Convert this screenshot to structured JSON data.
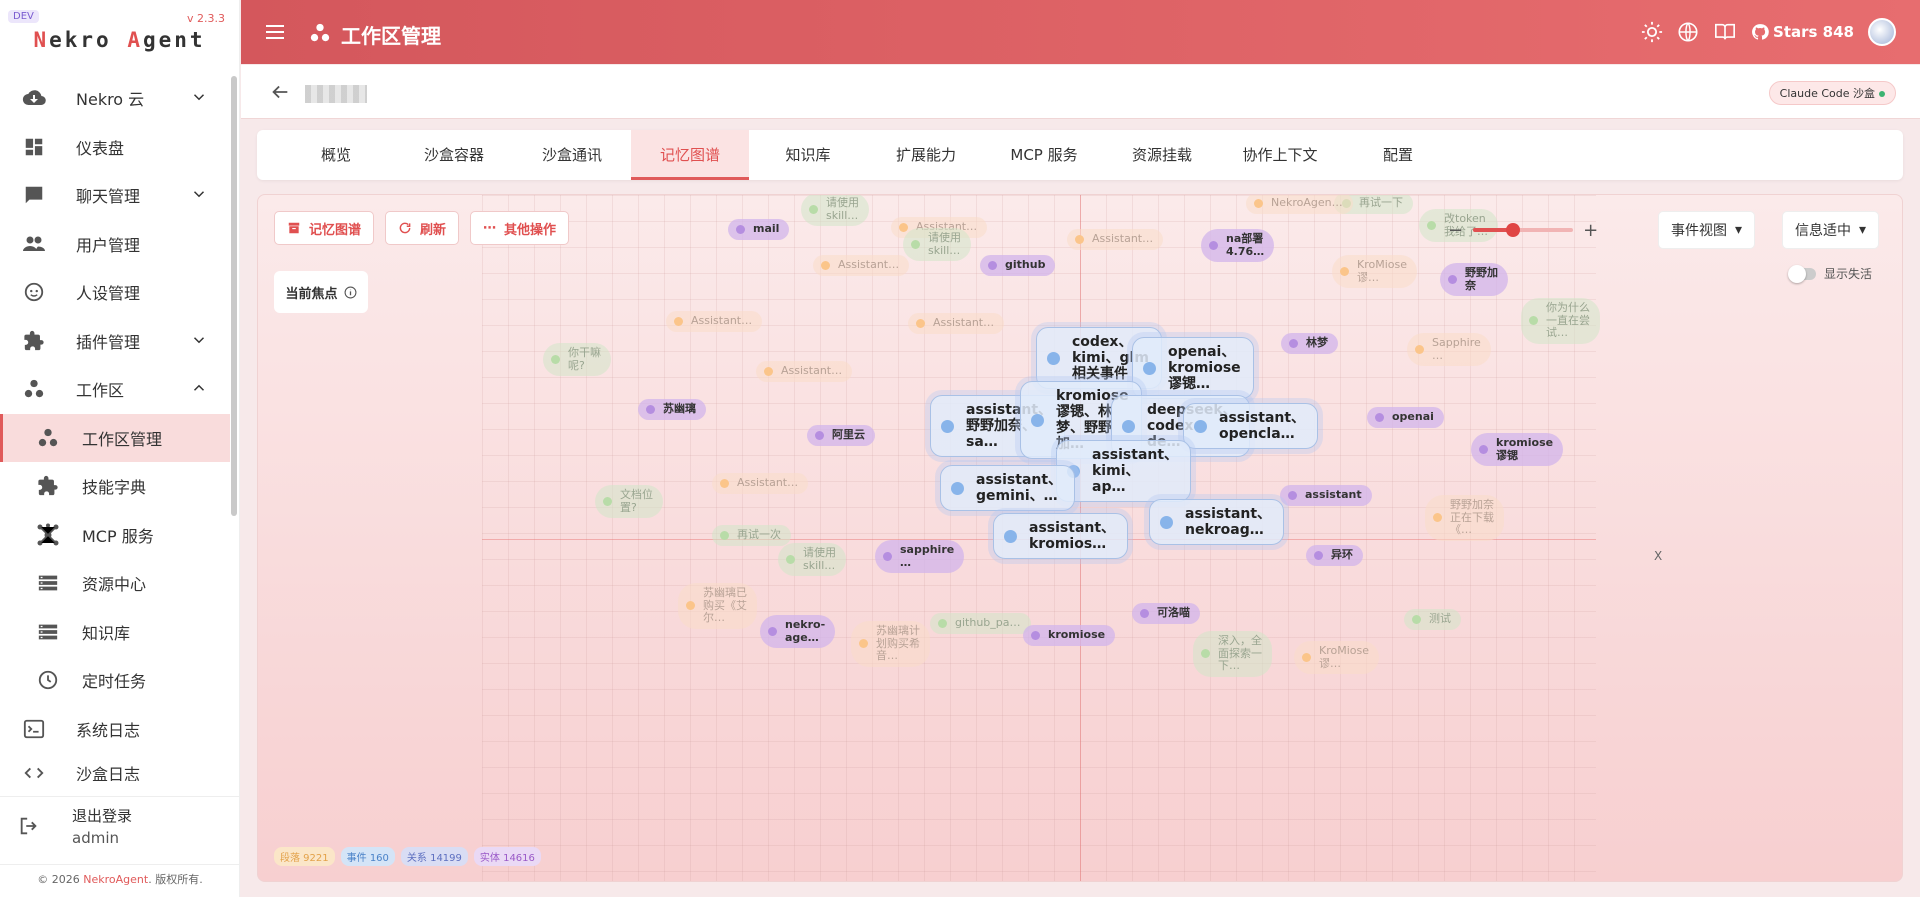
{
  "app": {
    "dev_badge": "DEV",
    "version": "v 2.3.3",
    "logo_parts": [
      "N",
      "ekro ",
      "A",
      "gent"
    ]
  },
  "sidebar": {
    "items": [
      {
        "label": "Nekro 云",
        "icon": "cloud-download-icon",
        "chevron": "down"
      },
      {
        "label": "仪表盘",
        "icon": "dashboard-icon"
      },
      {
        "label": "聊天管理",
        "icon": "chat-icon",
        "chevron": "down"
      },
      {
        "label": "用户管理",
        "icon": "users-icon"
      },
      {
        "label": "人设管理",
        "icon": "persona-icon"
      },
      {
        "label": "插件管理",
        "icon": "puzzle-icon",
        "chevron": "down"
      },
      {
        "label": "工作区",
        "icon": "workspace-icon",
        "chevron": "up"
      },
      {
        "label": "工作区管理",
        "icon": "workspace-icon",
        "sub": true,
        "active": true
      },
      {
        "label": "技能字典",
        "icon": "puzzle-icon",
        "sub": true
      },
      {
        "label": "MCP 服务",
        "icon": "hub-icon",
        "sub": true
      },
      {
        "label": "资源中心",
        "icon": "storage-icon",
        "sub": true
      },
      {
        "label": "知识库",
        "icon": "storage-icon",
        "sub": true
      },
      {
        "label": "定时任务",
        "icon": "clock-icon",
        "sub": true
      },
      {
        "label": "系统日志",
        "icon": "terminal-icon"
      },
      {
        "label": "沙盒日志",
        "icon": "code-icon"
      }
    ],
    "logout": {
      "label": "退出登录",
      "user": "admin"
    },
    "footer": {
      "prefix": "© 2026 ",
      "brand": "NekroAgent",
      "suffix": ". 版权所有."
    }
  },
  "topbar": {
    "title": "工作区管理",
    "stars": "Stars 848"
  },
  "subheader": {
    "sandbox_chip": "Claude Code 沙盒"
  },
  "tabs": [
    {
      "label": "概览"
    },
    {
      "label": "沙盒容器"
    },
    {
      "label": "沙盒通讯"
    },
    {
      "label": "记忆图谱",
      "active": true
    },
    {
      "label": "知识库"
    },
    {
      "label": "扩展能力"
    },
    {
      "label": "MCP 服务"
    },
    {
      "label": "资源挂载"
    },
    {
      "label": "协作上下文"
    },
    {
      "label": "配置"
    }
  ],
  "graph": {
    "toolbar": {
      "memory_graph": "记忆图谱",
      "refresh": "刷新",
      "more": "其他操作"
    },
    "focus_label": "当前焦点",
    "zoom_level": 0.4,
    "view_select": "事件视图",
    "info_select": "信息适中",
    "show_inactive": "显示失活",
    "x_mark": "X",
    "stats": [
      {
        "label": "段落 9221",
        "color": "#e3a24a",
        "bg": "#fbe6c8"
      },
      {
        "label": "事件 160",
        "color": "#4a82c8",
        "bg": "#d4e4f7"
      },
      {
        "label": "关系 14199",
        "color": "#5d6fc0",
        "bg": "#d9ddf4"
      },
      {
        "label": "实体 14616",
        "color": "#9a5ac8",
        "bg": "#ead9f5"
      }
    ],
    "colors": {
      "accent": "#e05a5a",
      "entity": "#b58ee0",
      "segment": "#fbc58a",
      "event": "#88b4ea",
      "green": "#b8dca8"
    },
    "nodes": [
      {
        "type": "green",
        "text": "请使用\nskill…"
      },
      {
        "type": "seg",
        "text": "Assistant…"
      },
      {
        "type": "green",
        "text": "再试一下"
      },
      {
        "type": "seg",
        "text": "NekroAgen…"
      },
      {
        "type": "green",
        "text": "改token\n我给了…"
      },
      {
        "type": "entity",
        "text": "mail"
      },
      {
        "type": "green",
        "text": "请使用\nskill…"
      },
      {
        "type": "seg",
        "text": "Assistant…"
      },
      {
        "type": "seg",
        "text": "Assistant…"
      },
      {
        "type": "entity",
        "text": "github"
      },
      {
        "type": "entity",
        "text": "na部署\n4.76…"
      },
      {
        "type": "seg",
        "text": "KroMiose\n谬…"
      },
      {
        "type": "entity",
        "text": "野野加\n奈"
      },
      {
        "type": "green",
        "text": "你为什么\n一直在尝\n试…"
      },
      {
        "type": "seg",
        "text": "Assistant…"
      },
      {
        "type": "seg",
        "text": "Assistant…"
      },
      {
        "type": "event",
        "text": "codex、\nkimi、glm\n相关事件"
      },
      {
        "type": "event",
        "text": "openai、\nkromiose\n谬锶…"
      },
      {
        "type": "entity",
        "text": "林梦"
      },
      {
        "type": "seg",
        "text": "Sapphire\n…"
      },
      {
        "type": "green",
        "text": "你干嘛\n呢?"
      },
      {
        "type": "seg",
        "text": "Assistant…"
      },
      {
        "type": "entity",
        "text": "苏幽璃"
      },
      {
        "type": "event",
        "text": "assistant、\n野野加奈、\nsa…"
      },
      {
        "type": "event",
        "text": "kromiose\n谬锶、林\n梦、野野\n加…"
      },
      {
        "type": "event",
        "text": "deepseek、\ncodex、\nde…"
      },
      {
        "type": "event",
        "text": "assistant、\nopencla…"
      },
      {
        "type": "entity",
        "text": "openai"
      },
      {
        "type": "entity",
        "text": "阿里云"
      },
      {
        "type": "entity",
        "text": "kromiose\n谬锶"
      },
      {
        "type": "event",
        "text": "assistant、\nkimi、\nap…"
      },
      {
        "type": "event",
        "text": "assistant、\ngemini、…"
      },
      {
        "type": "seg",
        "text": "Assistant…"
      },
      {
        "type": "green",
        "text": "文档位\n置?"
      },
      {
        "type": "entity",
        "text": "assistant"
      },
      {
        "type": "event",
        "text": "assistant、\nnekroag…"
      },
      {
        "type": "seg",
        "text": "野野加奈\n正在下载\n《…"
      },
      {
        "type": "event",
        "text": "assistant、\nkromios…"
      },
      {
        "type": "green",
        "text": "再试一次"
      },
      {
        "type": "entity",
        "text": "sapphire\n…"
      },
      {
        "type": "green",
        "text": "请使用\nskill…"
      },
      {
        "type": "entity",
        "text": "异环"
      },
      {
        "type": "seg",
        "text": "苏幽璃已\n购买《艾\n尔…"
      },
      {
        "type": "entity",
        "text": "nekro-\nage…"
      },
      {
        "type": "green",
        "text": "github_pa…"
      },
      {
        "type": "entity",
        "text": "kromiose"
      },
      {
        "type": "entity",
        "text": "可洛喵"
      },
      {
        "type": "green",
        "text": "测试"
      },
      {
        "type": "seg",
        "text": "苏幽璃计\n划购买希\n音…"
      },
      {
        "type": "green",
        "text": "深入，全\n面探索一\n下…"
      },
      {
        "type": "seg",
        "text": "KroMiose\n谬…"
      }
    ]
  }
}
